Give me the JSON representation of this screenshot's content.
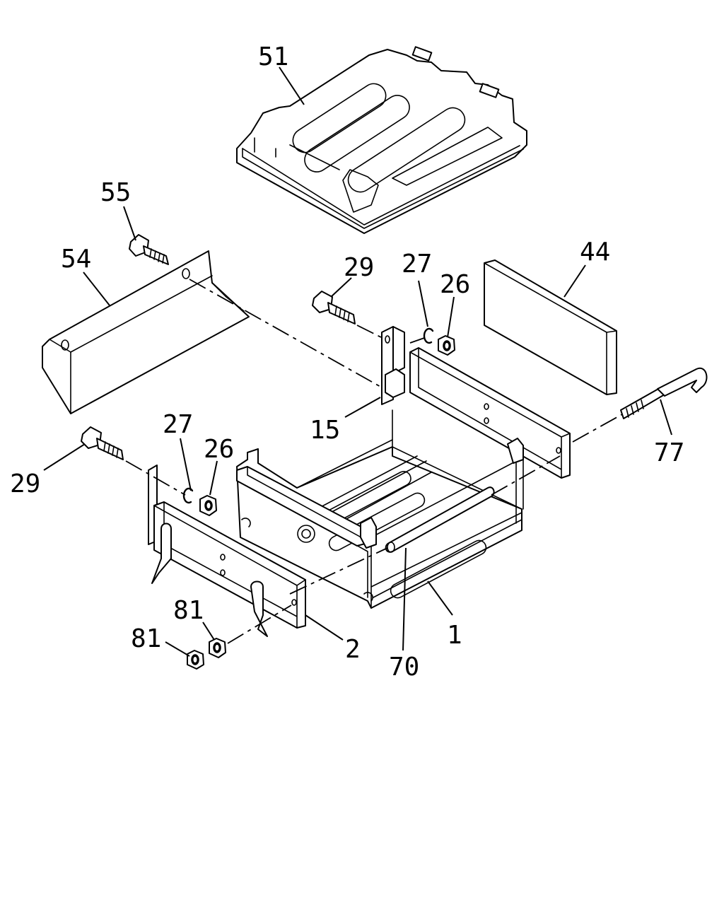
{
  "diagram": {
    "callouts": [
      {
        "id": "lid",
        "label": "51"
      },
      {
        "id": "bolt-top",
        "label": "55"
      },
      {
        "id": "side-cover",
        "label": "54"
      },
      {
        "id": "bolt-right",
        "label": "29"
      },
      {
        "id": "ring-right",
        "label": "27"
      },
      {
        "id": "nut-right",
        "label": "26"
      },
      {
        "id": "pad",
        "label": "44"
      },
      {
        "id": "hook-bolt",
        "label": "77"
      },
      {
        "id": "bracket-15",
        "label": "15"
      },
      {
        "id": "bolt-left",
        "label": "29"
      },
      {
        "id": "ring-left",
        "label": "27"
      },
      {
        "id": "nut-left",
        "label": "26"
      },
      {
        "id": "tray",
        "label": "1"
      },
      {
        "id": "bracket-2",
        "label": "2"
      },
      {
        "id": "rod",
        "label": "70"
      },
      {
        "id": "nut-81a",
        "label": "81"
      },
      {
        "id": "nut-81b",
        "label": "81"
      }
    ]
  }
}
